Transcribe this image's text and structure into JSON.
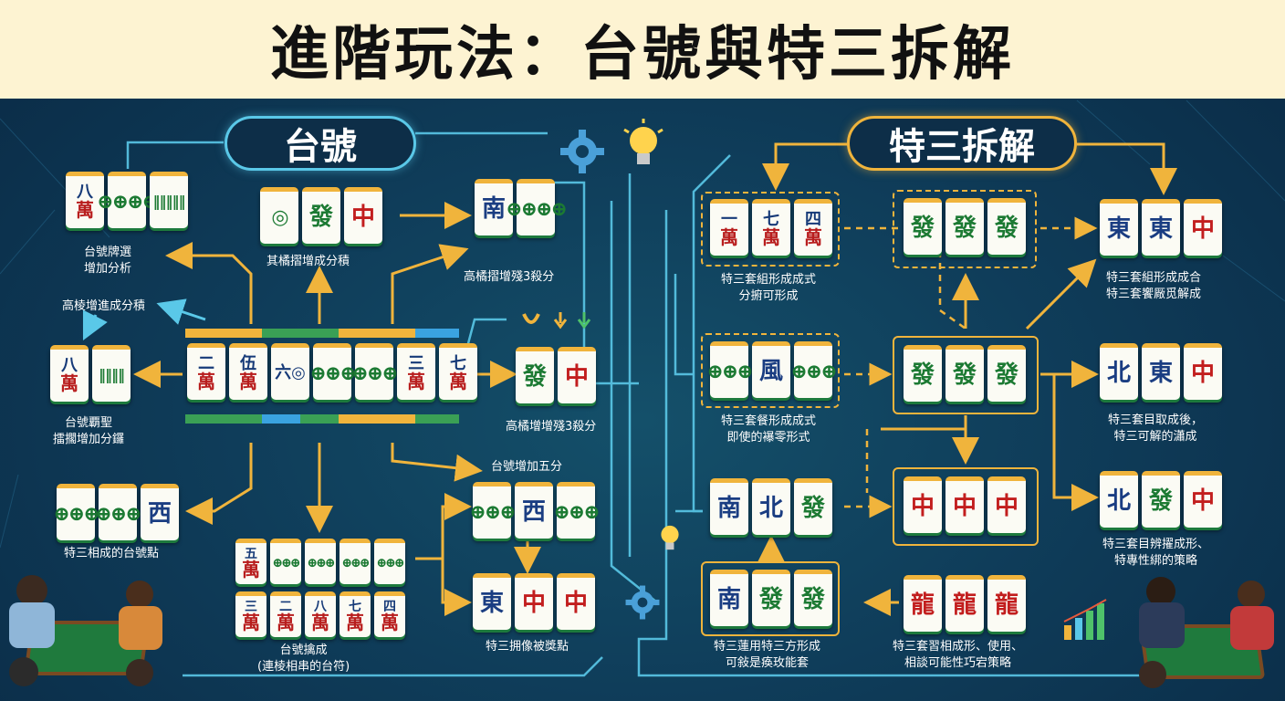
{
  "title": "進階玩法：台號與特三拆解",
  "left_section": {
    "header": "台號",
    "groups": [
      {
        "name": "g1",
        "tiles": [
          "八萬",
          "⊕⊕⊕⊕",
          "‖‖‖‖‖"
        ],
        "caption": "台號牌選\n增加分析"
      },
      {
        "name": "g2",
        "tiles": [
          "◎",
          "發",
          "中"
        ],
        "caption": "其橘摺增成分積"
      },
      {
        "name": "g3",
        "tiles": [
          "南",
          "⊕⊕⊕⊕"
        ],
        "caption": "高橘摺增殘3殺分"
      },
      {
        "name": "g4",
        "tiles": [
          "二萬",
          "伍萬",
          "六◎",
          "⊕⊕⊕",
          "⊕⊕⊕",
          "三萬",
          "七萬"
        ],
        "caption": ""
      },
      {
        "name": "g5",
        "tiles": [
          "八萬",
          "‖‖‖‖"
        ],
        "caption": "台號覇聖\n擂擱增加分鑼"
      },
      {
        "name": "g6",
        "tiles": [
          "發",
          "中"
        ],
        "caption": "高橘增增殘3殺分"
      },
      {
        "name": "g7",
        "tiles": [
          "⊕⊕⊕",
          "⊕⊕⊕",
          "西"
        ],
        "caption": "特三相成的台號點"
      },
      {
        "name": "g8a",
        "tiles": [
          "五萬",
          "⊕⊕⊕",
          "⊕⊕⊕",
          "⊕⊕⊕",
          "⊕⊕⊕"
        ],
        "caption": ""
      },
      {
        "name": "g8b",
        "tiles": [
          "三萬",
          "二萬",
          "八萬",
          "七萬",
          "四萬"
        ],
        "caption": "台號擒成\n(連棱相串的台符)"
      },
      {
        "name": "g9",
        "tiles": [
          "⊕⊕⊕",
          "西",
          "⊕⊕⊕"
        ],
        "caption": "台號增加五分"
      },
      {
        "name": "g10",
        "tiles": [
          "東",
          "中",
          "中"
        ],
        "caption": "特三拥像被獎點"
      }
    ],
    "side_labels": {
      "top_left": "高棱增進成分積"
    }
  },
  "right_section": {
    "header": "特三拆解",
    "groups": [
      {
        "name": "r1",
        "tiles": [
          "一萬",
          "七萬",
          "四萬"
        ],
        "caption": "特三套組形成成式\n分捬可形成"
      },
      {
        "name": "r2",
        "tiles": [
          "發",
          "發",
          "發"
        ],
        "caption": ""
      },
      {
        "name": "r3",
        "tiles": [
          "東",
          "東",
          "中"
        ],
        "caption": "特三套組形成成合\n特三套饗厰觅解成"
      },
      {
        "name": "r4",
        "tiles": [
          "⊕⊕⊕",
          "風",
          "⊕⊕⊕"
        ],
        "caption": "特三套餐形成成式\n即使的襮零形式"
      },
      {
        "name": "r5",
        "tiles": [
          "發",
          "發",
          "發"
        ],
        "caption": ""
      },
      {
        "name": "r6",
        "tiles": [
          "北",
          "東",
          "中"
        ],
        "caption": "特三套目取成後，\n特三可解的瀟成"
      },
      {
        "name": "r7",
        "tiles": [
          "南",
          "北",
          "發"
        ],
        "caption": ""
      },
      {
        "name": "r8",
        "tiles": [
          "中",
          "中",
          "中"
        ],
        "caption": ""
      },
      {
        "name": "r9",
        "tiles": [
          "北",
          "發",
          "中"
        ],
        "caption": "特三套目辨擢成形、\n特專性綁的策略"
      },
      {
        "name": "r10",
        "tiles": [
          "南",
          "發",
          "發"
        ],
        "caption": "特三蓮用特三方形成\n可敍是痪玫能套"
      },
      {
        "name": "r11",
        "tiles": [
          "龍",
          "龍",
          "龍"
        ],
        "caption": "特三套習相成形、使用、\n相談可能性巧宕策略"
      }
    ]
  },
  "icons": [
    "gear-icon",
    "lightbulb-icon",
    "gear-icon-small",
    "lightbulb-icon-small",
    "bar-chart-icon"
  ],
  "colors": {
    "banner_bg": "#fdf3d2",
    "stage_bg": "#0f3d5a",
    "wire_cyan": "#5ac8e8",
    "arrow_gold": "#f0b43c"
  }
}
